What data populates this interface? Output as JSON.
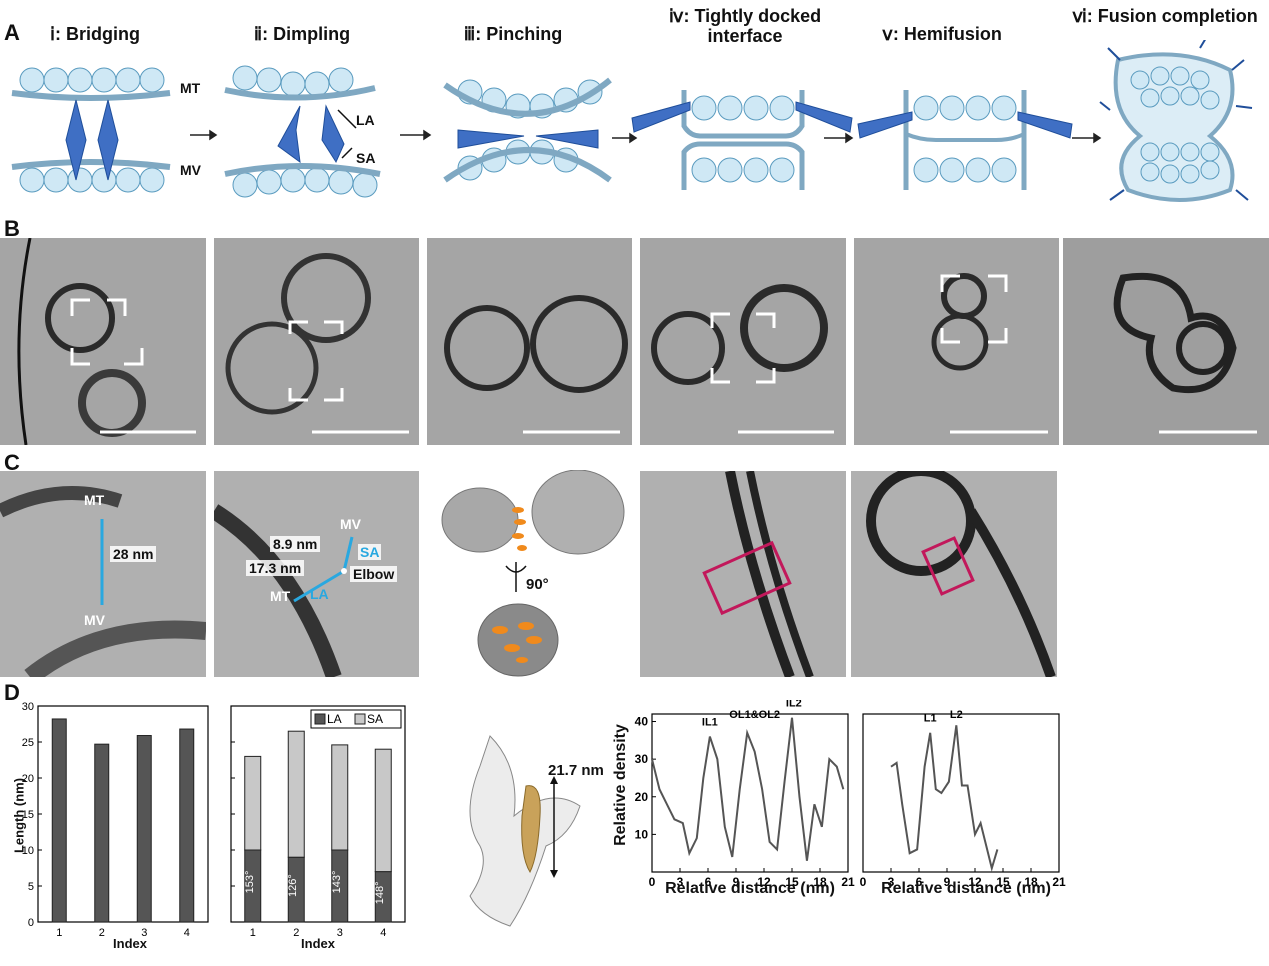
{
  "panel_letters": [
    "A",
    "B",
    "C",
    "D"
  ],
  "panel_a": {
    "stages": [
      {
        "title": "ⅰ: Bridging"
      },
      {
        "title": "ⅱ: Dimpling"
      },
      {
        "title": "ⅲ: Pinching"
      },
      {
        "title": "ⅳ: Tightly docked interface"
      },
      {
        "title": "ⅴ: Hemifusion"
      },
      {
        "title": "ⅵ: Fusion completion"
      }
    ],
    "labels": {
      "mt": "MT",
      "mv": "MV",
      "la": "LA",
      "sa": "SA"
    }
  },
  "panel_c": {
    "img1": {
      "mt": "MT",
      "mv": "MV",
      "dist": "28 nm"
    },
    "img2": {
      "mv": "MV",
      "mt": "MT",
      "sa": "SA",
      "la": "LA",
      "elbow": "Elbow",
      "d1": "8.9 nm",
      "d2": "17.3 nm"
    },
    "rotation": "90°"
  },
  "panel_d": {
    "length_label": "21.7 nm"
  },
  "colors": {
    "protein": "#3f6fc4",
    "vesicle": "#cfe8f5",
    "membrane": "#7fa8c2",
    "dark_bar": "#555555",
    "light_bar": "#c8c8c8",
    "accent_cyan": "#29a8e0",
    "box": "#c2185b",
    "density": "#c9a25a"
  },
  "chart_data": [
    {
      "type": "bar",
      "categories": [
        "1",
        "2",
        "3",
        "4"
      ],
      "values": [
        28.2,
        24.7,
        25.9,
        26.8
      ],
      "xlabel": "Index",
      "ylabel": "Length (nm)",
      "ylim": [
        0,
        30
      ],
      "yticks": [
        "0",
        "5",
        "10",
        "15",
        "20",
        "25",
        "30"
      ]
    },
    {
      "type": "bar",
      "stacked": true,
      "categories": [
        "1",
        "2",
        "3",
        "4"
      ],
      "series": [
        {
          "name": "LA",
          "values": [
            10,
            9,
            10,
            7
          ]
        },
        {
          "name": "SA",
          "values": [
            13,
            17.5,
            14.6,
            17
          ]
        }
      ],
      "angles": [
        "153°",
        "126°",
        "143°",
        "148°"
      ],
      "xlabel": "Index",
      "ylim": [
        0,
        30
      ],
      "legend": "top-right",
      "yticks": [
        "0",
        "5",
        "10",
        "15",
        "20",
        "25",
        "30"
      ]
    },
    {
      "type": "line",
      "x": [
        0,
        0.8,
        1.6,
        2.4,
        3.3,
        4,
        4.8,
        5.5,
        6.2,
        7,
        7.8,
        8.6,
        9.4,
        10.2,
        11,
        11.8,
        12.6,
        13.4,
        14.2,
        15,
        15.8,
        16.6,
        17.4,
        18.2,
        19,
        19.8,
        20.5
      ],
      "y": [
        30,
        22,
        18,
        14,
        13,
        5,
        9,
        25,
        36,
        30,
        12,
        4,
        22,
        37,
        32,
        22,
        8,
        6,
        24,
        41,
        20,
        3,
        18,
        12,
        30,
        28,
        22
      ],
      "xlabel": "Relative distance (nm)",
      "ylabel": "Relative density",
      "xlim": [
        0,
        21
      ],
      "ylim": [
        0,
        42
      ],
      "xticks": [
        "0",
        "3",
        "6",
        "9",
        "12",
        "15",
        "18",
        "21"
      ],
      "yticks": [
        "10",
        "20",
        "30",
        "40"
      ],
      "annotations": [
        "IL1",
        "OL1&OL2",
        "IL2"
      ]
    },
    {
      "type": "line",
      "x": [
        3,
        3.6,
        4.2,
        5,
        5.8,
        6.6,
        7.2,
        7.8,
        8.4,
        9.2,
        10,
        10.6,
        11.2,
        12,
        12.6,
        13.2,
        13.8,
        14.4
      ],
      "y": [
        28,
        29,
        18,
        5,
        6,
        28,
        37,
        22,
        21,
        24,
        39,
        23,
        23,
        10,
        13,
        7,
        1,
        6
      ],
      "xlabel": "Relative distance (nm)",
      "xlim": [
        0,
        21
      ],
      "ylim": [
        0,
        42
      ],
      "xticks": [
        "0",
        "3",
        "6",
        "9",
        "12",
        "15",
        "18",
        "21"
      ],
      "annotations": [
        "L1",
        "L2"
      ]
    }
  ]
}
